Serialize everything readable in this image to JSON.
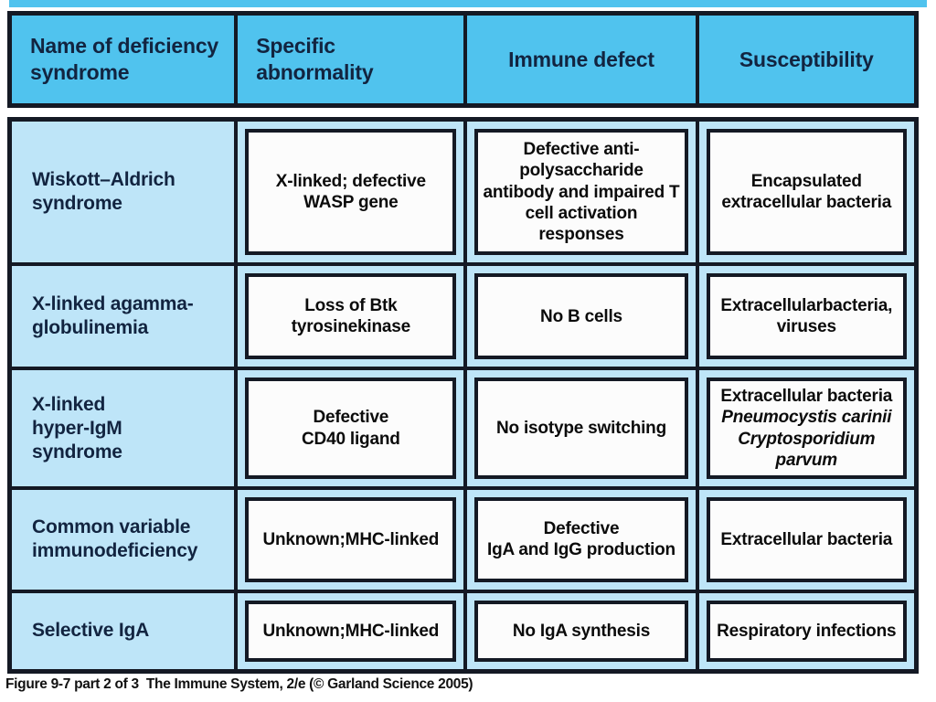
{
  "page": {
    "caption": "Figure 9-7 part 2 of 3  The Immune System, 2/e (© Garland Science 2005)"
  },
  "colors": {
    "header_blue": "#50c3ee",
    "row_blue": "#bee5f8",
    "grid_line": "#141924",
    "header_text": "#122440",
    "box_background": "#fcfcfc"
  },
  "table": {
    "headers": [
      "Name of deficiency\nsyndrome",
      "Specific\nabnormality",
      "Immune defect",
      "Susceptibility"
    ],
    "rows": [
      {
        "name": "Wiskott–Aldrich\nsyndrome",
        "abnormality": "X-linked; defective\nWASP gene",
        "defect": "Defective anti-\npolysaccharide\nantibody and impaired T\ncell activation responses",
        "susceptibility": "Encapsulated\nextracellular bacteria"
      },
      {
        "name": "X-linked agamma-\nglobulinemia",
        "abnormality": "Loss of Btk\ntyrosinekinase",
        "defect": "No B cells",
        "susceptibility": "Extracellularbacteria,\nviruses"
      },
      {
        "name": "X-linked\nhyper-IgM\nsyndrome",
        "abnormality": "Defective\nCD40 ligand",
        "defect": "No isotype switching",
        "susceptibility_lines": [
          "Extracellular bacteria",
          "Pneumocystis carinii",
          "Cryptosporidium parvum"
        ]
      },
      {
        "name": "Common variable\nimmunodeficiency",
        "abnormality": "Unknown;MHC-linked",
        "defect": "Defective\nIgA and IgG production",
        "susceptibility": "Extracellular bacteria"
      },
      {
        "name": "Selective IgA",
        "abnormality": "Unknown;MHC-linked",
        "defect": "No IgA synthesis",
        "susceptibility": "Respiratory infections"
      }
    ]
  }
}
